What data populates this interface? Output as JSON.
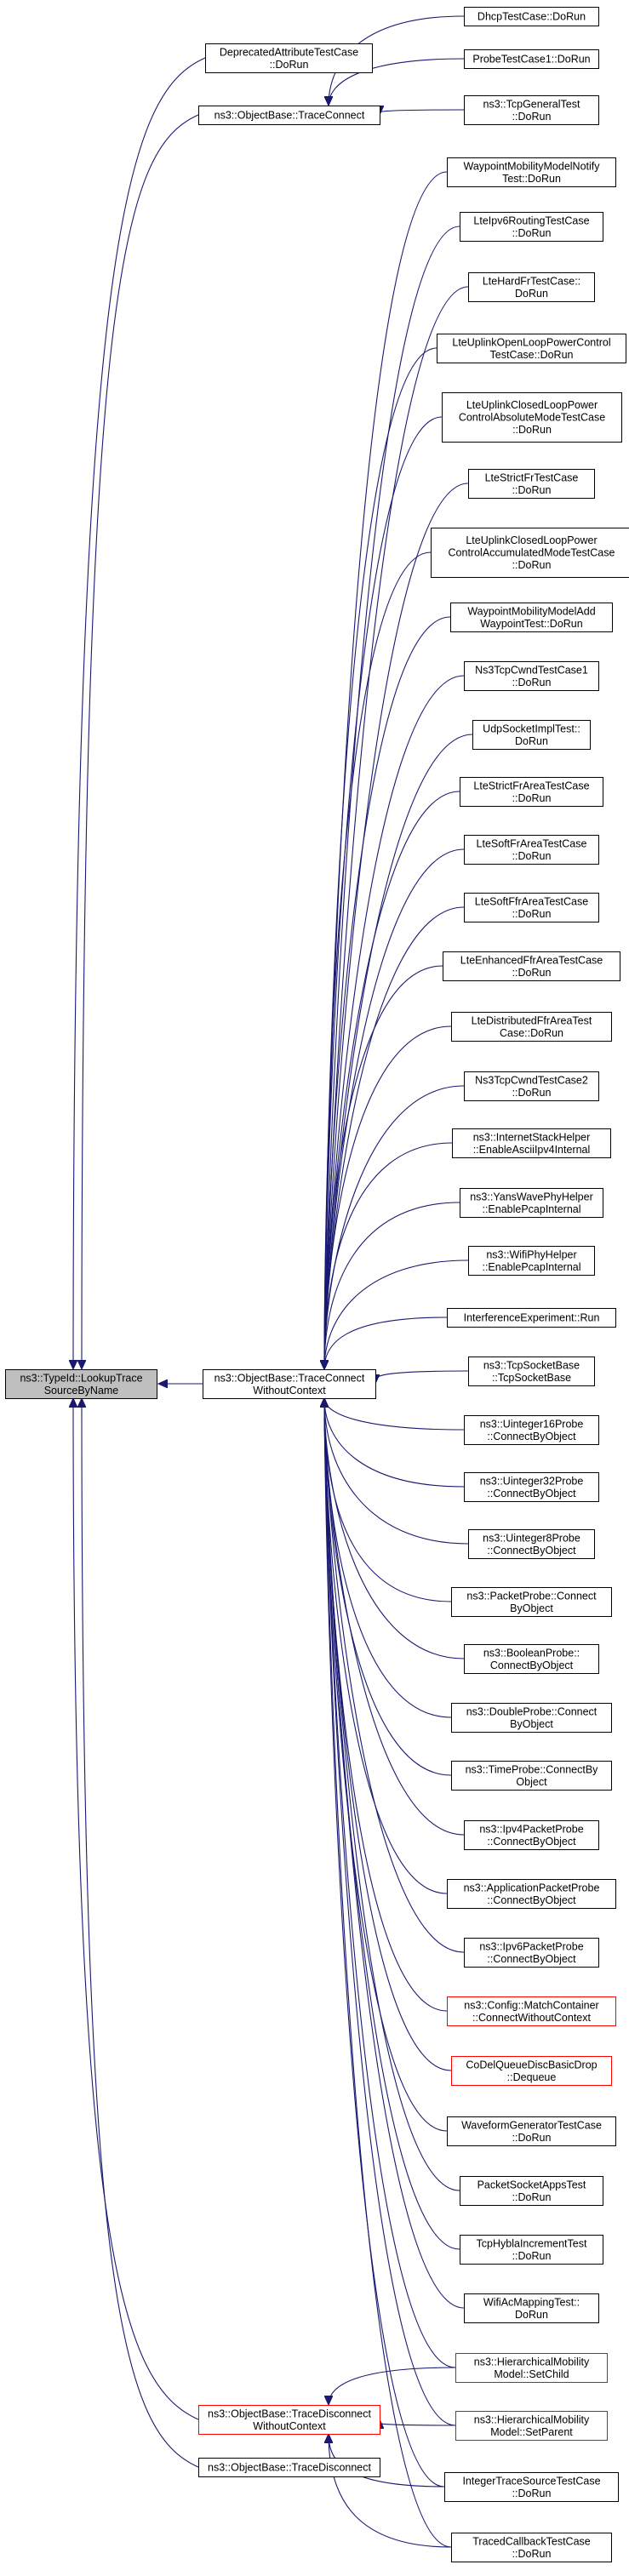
{
  "root": {
    "id": "root",
    "lines": [
      "ns3::TypeId::LookupTrace",
      "SourceByName"
    ]
  },
  "level1": [
    {
      "id": "deprecated",
      "lines": [
        "DeprecatedAttributeTestCase",
        "::DoRun"
      ]
    },
    {
      "id": "traceconnect",
      "lines": [
        "ns3::ObjectBase::TraceConnect"
      ]
    },
    {
      "id": "tcwc",
      "lines": [
        "ns3::ObjectBase::TraceConnect",
        "WithoutContext"
      ]
    },
    {
      "id": "tdwc",
      "lines": [
        "ns3::ObjectBase::TraceDisconnect",
        "WithoutContext"
      ],
      "highlight": "red"
    },
    {
      "id": "tdisc",
      "lines": [
        "ns3::ObjectBase::TraceDisconnect"
      ]
    }
  ],
  "level2": [
    {
      "id": "dhcp",
      "lines": [
        "DhcpTestCase::DoRun"
      ],
      "parents": [
        "traceconnect"
      ]
    },
    {
      "id": "probe1",
      "lines": [
        "ProbeTestCase1::DoRun"
      ],
      "parents": [
        "traceconnect"
      ]
    },
    {
      "id": "tcpgeneral",
      "lines": [
        "ns3::TcpGeneralTest",
        "::DoRun"
      ],
      "parents": [
        "traceconnect"
      ]
    },
    {
      "id": "wpnotify",
      "lines": [
        "WaypointMobilityModelNotify",
        "Test::DoRun"
      ],
      "parents": [
        "tcwc"
      ]
    },
    {
      "id": "ltipv6",
      "lines": [
        "LteIpv6RoutingTestCase",
        "::DoRun"
      ],
      "parents": [
        "tcwc"
      ]
    },
    {
      "id": "ltehardfr",
      "lines": [
        "LteHardFrTestCase::",
        "DoRun"
      ],
      "parents": [
        "tcwc"
      ]
    },
    {
      "id": "lteulopen",
      "lines": [
        "LteUplinkOpenLoopPowerControl",
        "TestCase::DoRun"
      ],
      "parents": [
        "tcwc"
      ]
    },
    {
      "id": "lteulclosedabs",
      "lines": [
        "LteUplinkClosedLoopPower",
        "ControlAbsoluteModeTestCase",
        "::DoRun"
      ],
      "parents": [
        "tcwc"
      ]
    },
    {
      "id": "ltestrictfr",
      "lines": [
        "LteStrictFrTestCase",
        "::DoRun"
      ],
      "parents": [
        "tcwc"
      ]
    },
    {
      "id": "lteulclosedacc",
      "lines": [
        "LteUplinkClosedLoopPower",
        "ControlAccumulatedModeTestCase",
        "::DoRun"
      ],
      "parents": [
        "tcwc"
      ]
    },
    {
      "id": "wpadd",
      "lines": [
        "WaypointMobilityModelAdd",
        "WaypointTest::DoRun"
      ],
      "parents": [
        "tcwc"
      ]
    },
    {
      "id": "ns3tcpcwnd1",
      "lines": [
        "Ns3TcpCwndTestCase1",
        "::DoRun"
      ],
      "parents": [
        "tcwc"
      ]
    },
    {
      "id": "udpsocket",
      "lines": [
        "UdpSocketImplTest::",
        "DoRun"
      ],
      "parents": [
        "tcwc"
      ]
    },
    {
      "id": "ltestrictfrarea",
      "lines": [
        "LteStrictFrAreaTestCase",
        "::DoRun"
      ],
      "parents": [
        "tcwc"
      ]
    },
    {
      "id": "ltesoftfrarea",
      "lines": [
        "LteSoftFrAreaTestCase",
        "::DoRun"
      ],
      "parents": [
        "tcwc"
      ]
    },
    {
      "id": "ltesoftffrarea",
      "lines": [
        "LteSoftFfrAreaTestCase",
        "::DoRun"
      ],
      "parents": [
        "tcwc"
      ]
    },
    {
      "id": "lteenhffr",
      "lines": [
        "LteEnhancedFfrAreaTestCase",
        "::DoRun"
      ],
      "parents": [
        "tcwc"
      ]
    },
    {
      "id": "ltedistffr",
      "lines": [
        "LteDistributedFfrAreaTest",
        "Case::DoRun"
      ],
      "parents": [
        "tcwc"
      ]
    },
    {
      "id": "ns3tcpcwnd2",
      "lines": [
        "Ns3TcpCwndTestCase2",
        "::DoRun"
      ],
      "parents": [
        "tcwc"
      ]
    },
    {
      "id": "inetstack",
      "lines": [
        "ns3::InternetStackHelper",
        "::EnableAsciiIpv4Internal"
      ],
      "parents": [
        "tcwc"
      ]
    },
    {
      "id": "yanswave",
      "lines": [
        "ns3::YansWavePhyHelper",
        "::EnablePcapInternal"
      ],
      "parents": [
        "tcwc"
      ]
    },
    {
      "id": "wifiphy",
      "lines": [
        "ns3::WifiPhyHelper",
        "::EnablePcapInternal"
      ],
      "parents": [
        "tcwc"
      ]
    },
    {
      "id": "interference",
      "lines": [
        "InterferenceExperiment::Run"
      ],
      "parents": [
        "tcwc"
      ]
    },
    {
      "id": "tcpsocketbase",
      "lines": [
        "ns3::TcpSocketBase",
        "::TcpSocketBase"
      ],
      "parents": [
        "tcwc"
      ]
    },
    {
      "id": "uint16probe",
      "lines": [
        "ns3::Uinteger16Probe",
        "::ConnectByObject"
      ],
      "parents": [
        "tcwc"
      ]
    },
    {
      "id": "uint32probe",
      "lines": [
        "ns3::Uinteger32Probe",
        "::ConnectByObject"
      ],
      "parents": [
        "tcwc"
      ]
    },
    {
      "id": "uint8probe",
      "lines": [
        "ns3::Uinteger8Probe",
        "::ConnectByObject"
      ],
      "parents": [
        "tcwc"
      ]
    },
    {
      "id": "packetprobe",
      "lines": [
        "ns3::PacketProbe::Connect",
        "ByObject"
      ],
      "parents": [
        "tcwc"
      ]
    },
    {
      "id": "booleanprobe",
      "lines": [
        "ns3::BooleanProbe::",
        "ConnectByObject"
      ],
      "parents": [
        "tcwc"
      ]
    },
    {
      "id": "doubleprobe",
      "lines": [
        "ns3::DoubleProbe::Connect",
        "ByObject"
      ],
      "parents": [
        "tcwc"
      ]
    },
    {
      "id": "timeprobe",
      "lines": [
        "ns3::TimeProbe::ConnectBy",
        "Object"
      ],
      "parents": [
        "tcwc"
      ]
    },
    {
      "id": "ipv4packetprobe",
      "lines": [
        "ns3::Ipv4PacketProbe",
        "::ConnectByObject"
      ],
      "parents": [
        "tcwc"
      ]
    },
    {
      "id": "apppacketprobe",
      "lines": [
        "ns3::ApplicationPacketProbe",
        "::ConnectByObject"
      ],
      "parents": [
        "tcwc"
      ]
    },
    {
      "id": "ipv6packetprobe",
      "lines": [
        "ns3::Ipv6PacketProbe",
        "::ConnectByObject"
      ],
      "parents": [
        "tcwc"
      ]
    },
    {
      "id": "matchcontainer",
      "lines": [
        "ns3::Config::MatchContainer",
        "::ConnectWithoutContext"
      ],
      "parents": [
        "tcwc"
      ],
      "highlight": "red"
    },
    {
      "id": "codel",
      "lines": [
        "CoDelQueueDiscBasicDrop",
        "::Dequeue"
      ],
      "parents": [
        "tcwc"
      ],
      "highlight": "red"
    },
    {
      "id": "waveform",
      "lines": [
        "WaveformGeneratorTestCase",
        "::DoRun"
      ],
      "parents": [
        "tcwc"
      ]
    },
    {
      "id": "packetsocket",
      "lines": [
        "PacketSocketAppsTest",
        "::DoRun"
      ],
      "parents": [
        "tcwc"
      ]
    },
    {
      "id": "tcphybla",
      "lines": [
        "TcpHyblaIncrementTest",
        "::DoRun"
      ],
      "parents": [
        "tcwc"
      ]
    },
    {
      "id": "wifiacmapping",
      "lines": [
        "WifiAcMappingTest::",
        "DoRun"
      ],
      "parents": [
        "tcwc"
      ]
    },
    {
      "id": "hiersetchild",
      "lines": [
        "ns3::HierarchicalMobility",
        "Model::SetChild"
      ],
      "parents": [
        "tcwc",
        "tdwc"
      ],
      "highlight": "red"
    },
    {
      "id": "hiersetparent",
      "lines": [
        "ns3::HierarchicalMobility",
        "Model::SetParent"
      ],
      "parents": [
        "tcwc",
        "tdwc"
      ],
      "highlight": "red"
    },
    {
      "id": "integertrace",
      "lines": [
        "IntegerTraceSourceTestCase",
        "::DoRun"
      ],
      "parents": [
        "tcwc",
        "tdwc"
      ]
    },
    {
      "id": "tracedcallback",
      "lines": [
        "TracedCallbackTestCase",
        "::DoRun"
      ],
      "parents": [
        "tcwc",
        "tdwc"
      ]
    }
  ],
  "colors": {
    "edge": "#191970",
    "root_fill": "#bfbfbf",
    "highlight": "#ff0000",
    "border": "#000000"
  }
}
